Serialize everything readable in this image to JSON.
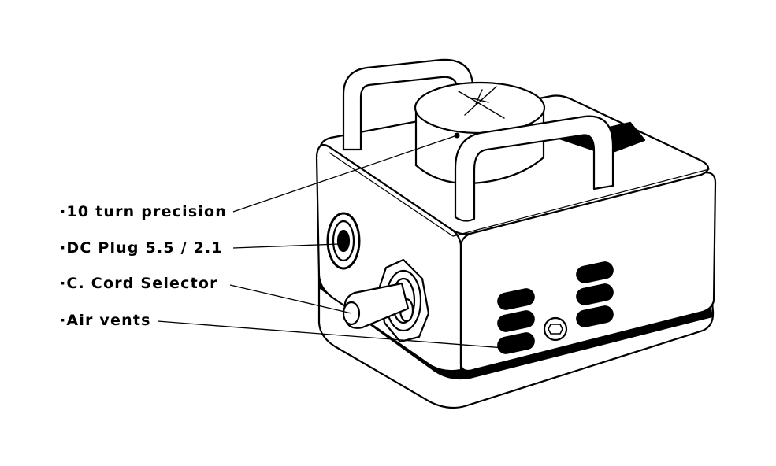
{
  "callouts": [
    {
      "id": "ten-turn",
      "label": "·10 turn precision"
    },
    {
      "id": "dc-plug",
      "label": "·DC Plug 5.5 / 2.1"
    },
    {
      "id": "cord-selector",
      "label": "·C. Cord Selector"
    },
    {
      "id": "air-vents",
      "label": "·Air vents"
    }
  ],
  "colors": {
    "line": "#000000",
    "fill": "#ffffff"
  }
}
